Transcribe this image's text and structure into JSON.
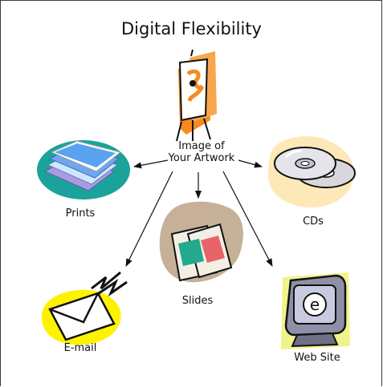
{
  "title": "Digital Flexibility",
  "center": {
    "line1": "Image of",
    "line2": "Your Artwork",
    "icon": "easel-painting-icon"
  },
  "outputs": {
    "prints": {
      "label": "Prints",
      "icon": "prints-stack-icon"
    },
    "cds": {
      "label": "CDs",
      "icon": "compact-discs-icon"
    },
    "slides": {
      "label": "Slides",
      "icon": "photo-slides-icon"
    },
    "email": {
      "label": "E-mail",
      "icon": "email-envelope-icon"
    },
    "web": {
      "label": "Web Site",
      "icon": "computer-monitor-icon"
    }
  },
  "colors": {
    "frame": "#3a3a3a",
    "prints_blob": "#1aa39a",
    "cds_blob": "#fde9b8",
    "slides_blob": "#c6b097",
    "email_blob": "#fff200",
    "web_blob": "#f2f28a",
    "easel_orange": "#f58a1f"
  }
}
